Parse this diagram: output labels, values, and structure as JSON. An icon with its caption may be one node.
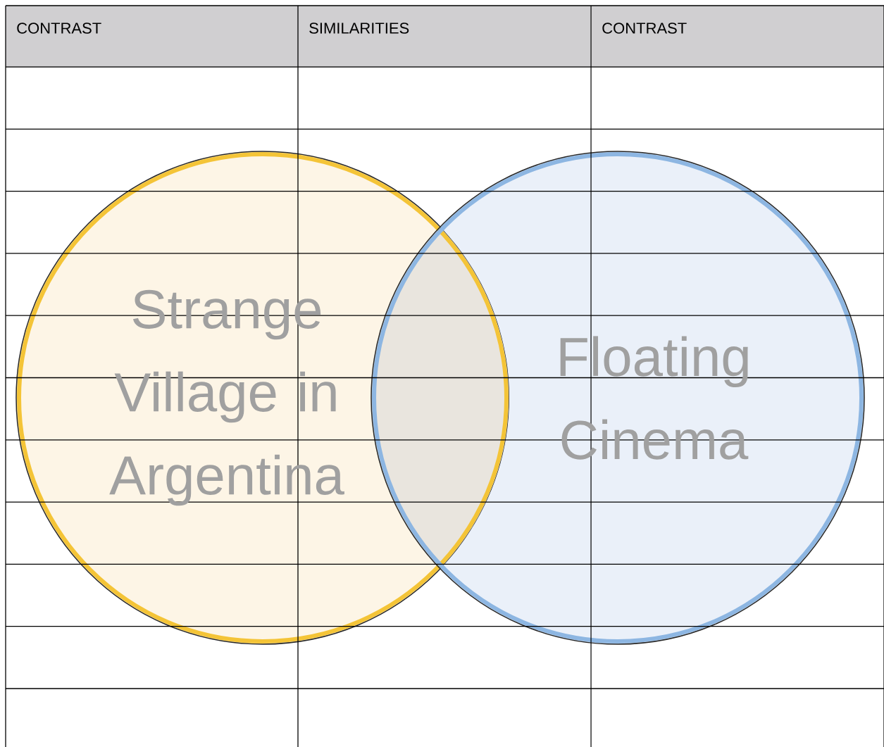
{
  "diagram": {
    "nodes": [
      {
        "text": [
          "Strange Village in Argentina"
        ]
      },
      {
        "text": [
          "Floating Cinema"
        ]
      }
    ],
    "labels": [
      "CONTRAST",
      "SIMILARITIES",
      "CONTRAST"
    ]
  }
}
